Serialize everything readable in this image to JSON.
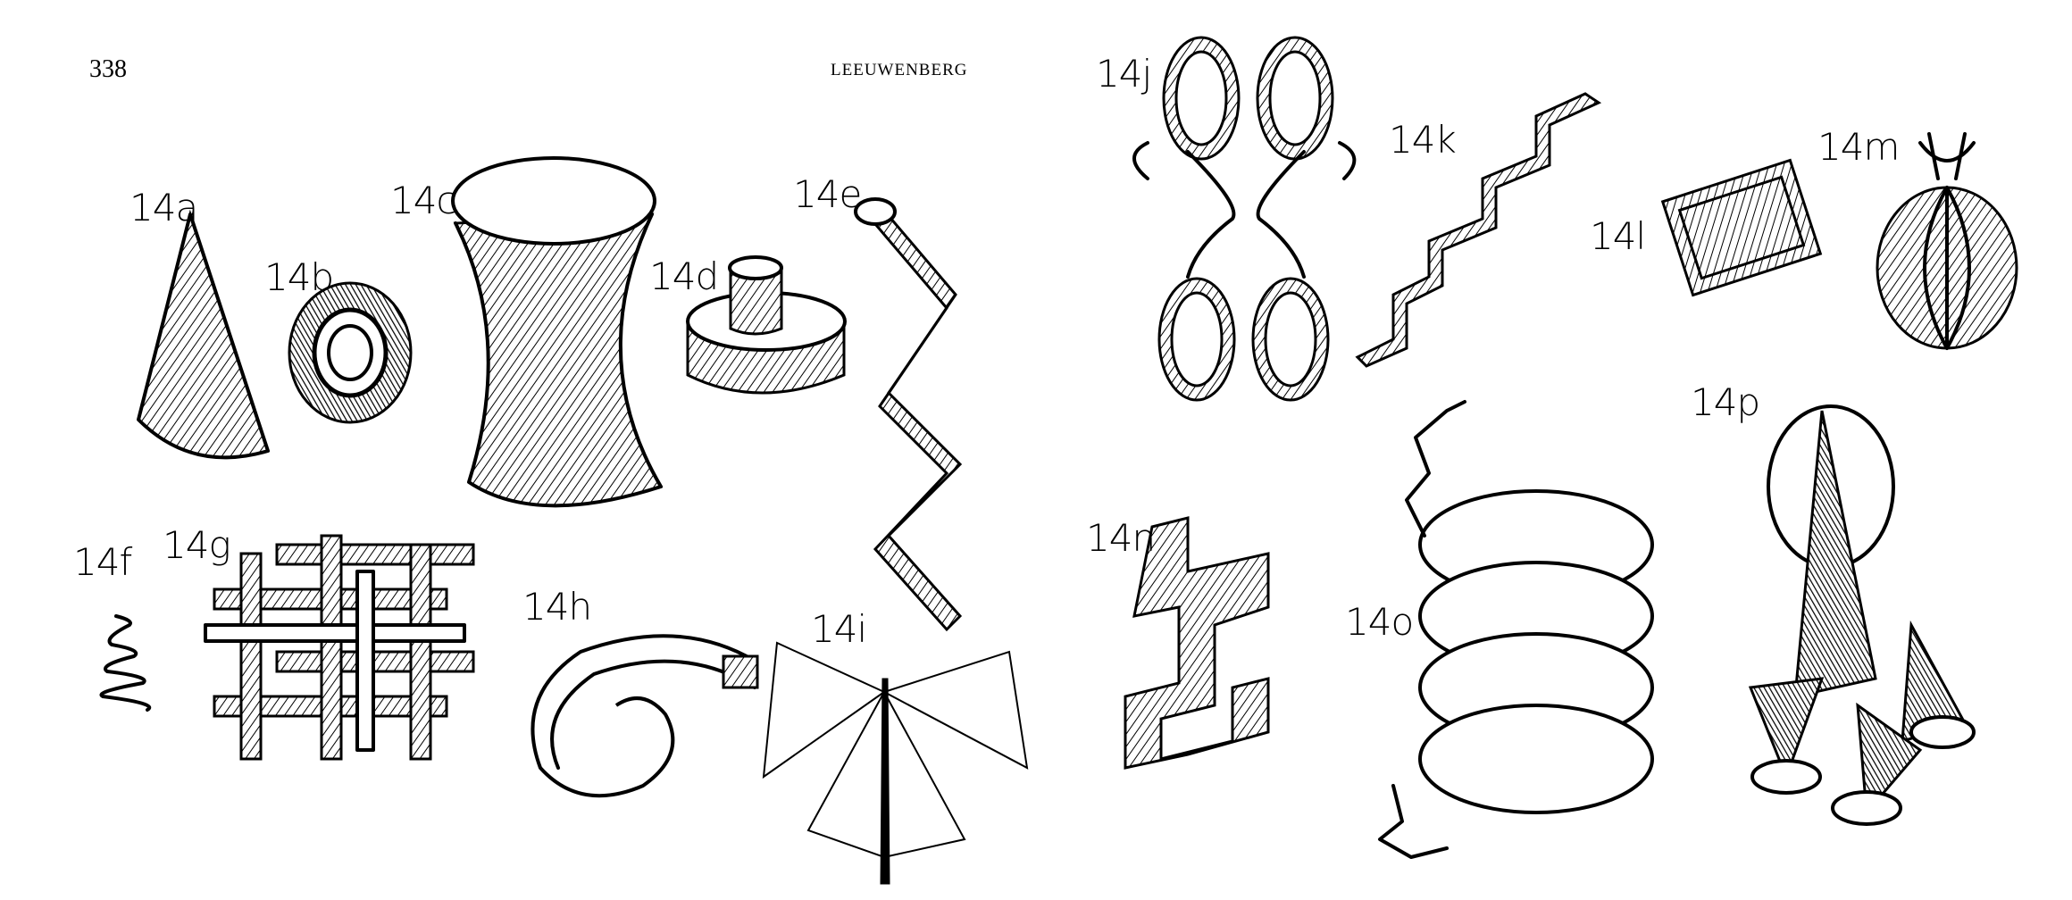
{
  "page_number": "338",
  "running_head": "LEEUWENBERG",
  "figures": [
    {
      "id": "14a",
      "label": "14a"
    },
    {
      "id": "14b",
      "label": "14b"
    },
    {
      "id": "14c",
      "label": "14c"
    },
    {
      "id": "14d",
      "label": "14d"
    },
    {
      "id": "14e",
      "label": "14e"
    },
    {
      "id": "14f",
      "label": "14f"
    },
    {
      "id": "14g",
      "label": "14g"
    },
    {
      "id": "14h",
      "label": "14h"
    },
    {
      "id": "14i",
      "label": "14i"
    },
    {
      "id": "14j",
      "label": "14j"
    },
    {
      "id": "14k",
      "label": "14k"
    },
    {
      "id": "14l",
      "label": "14l"
    },
    {
      "id": "14m",
      "label": "14m"
    },
    {
      "id": "14n",
      "label": "14n"
    },
    {
      "id": "14o",
      "label": "14o"
    },
    {
      "id": "14p",
      "label": "14p"
    }
  ]
}
